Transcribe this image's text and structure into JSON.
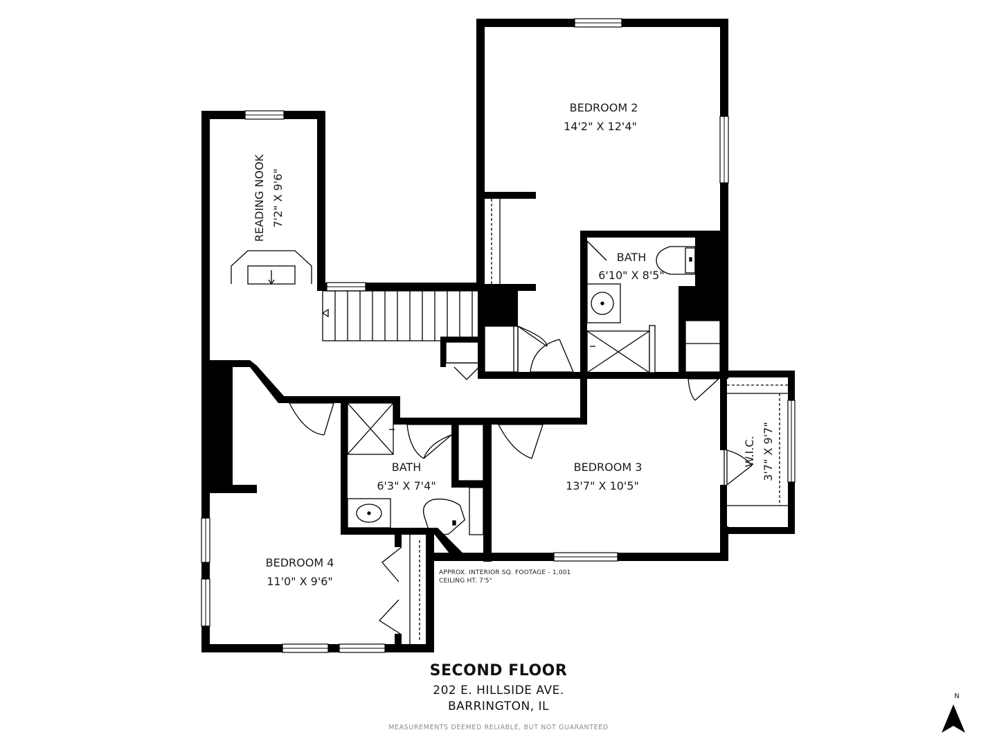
{
  "floor_title": "SECOND FLOOR",
  "address_line1": "202 E. HILLSIDE AVE.",
  "address_line2": "BARRINGTON, IL",
  "disclaimer": "MEASUREMENTS DEEMED RELIABLE, BUT NOT GUARANTEED",
  "notes": {
    "sq_footage": "APPROX. INTERIOR SQ. FOOTAGE - 1,001",
    "ceiling": "CEILING HT. 7'5\""
  },
  "north": "N",
  "rooms": {
    "bedroom2": {
      "name": "BEDROOM 2",
      "dims": "14'2\" X 12'4\""
    },
    "reading_nook": {
      "name": "READING NOOK",
      "dims": "7'2\" X 9'6\""
    },
    "bath_upper": {
      "name": "BATH",
      "dims": "6'10\" X 8'5\""
    },
    "bedroom3": {
      "name": "BEDROOM 3",
      "dims": "13'7\" X 10'5\""
    },
    "wic": {
      "name": "W.I.C.",
      "dims": "3'7\" X 9'7\""
    },
    "bath_lower": {
      "name": "BATH",
      "dims": "6'3\" X 7'4\""
    },
    "bedroom4": {
      "name": "BEDROOM 4",
      "dims": "11'0\" X 9'6\""
    }
  }
}
